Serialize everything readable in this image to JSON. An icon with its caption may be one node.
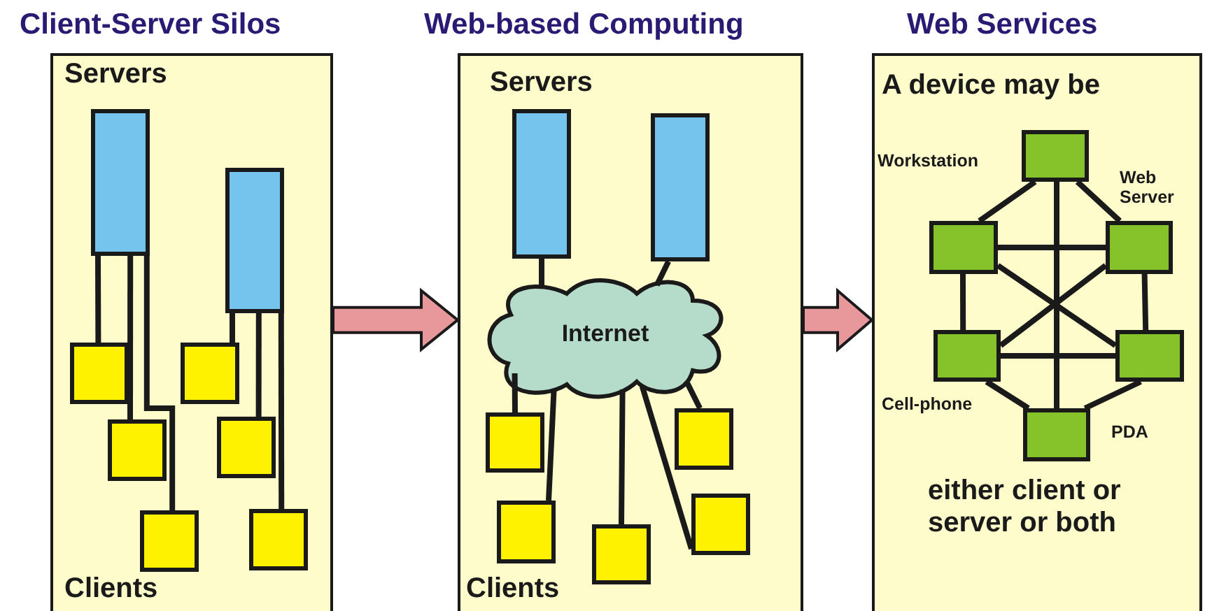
{
  "diagram": {
    "nodes": [
      {
        "text": [
          "Client-Server Silos",
          "Servers",
          "Clients"
        ]
      },
      {
        "text": [],
        "shape": "box",
        "in": 0
      },
      {
        "text": [],
        "shape": "box",
        "in": 0
      },
      {
        "text": [],
        "shape": "box",
        "in": 0
      },
      {
        "text": [],
        "shape": "box",
        "in": 0
      },
      {
        "text": [],
        "shape": "box",
        "in": 0
      },
      {
        "text": [],
        "shape": "box",
        "in": 0
      },
      {
        "text": [],
        "shape": "box",
        "in": 0
      },
      {
        "text": [],
        "shape": "box",
        "in": 0
      },
      {
        "text": [
          "Web-based Computing",
          "Servers",
          "Clients"
        ]
      },
      {
        "text": [],
        "shape": "box",
        "in": 9
      },
      {
        "text": [],
        "shape": "box",
        "in": 9
      },
      {
        "text": [
          "Internet"
        ],
        "in": 9
      },
      {
        "text": [],
        "shape": "box",
        "in": 9
      },
      {
        "text": [],
        "shape": "box",
        "in": 9
      },
      {
        "text": [],
        "shape": "box",
        "in": 9
      },
      {
        "text": [],
        "shape": "box",
        "in": 9
      },
      {
        "text": [],
        "shape": "box",
        "in": 9
      },
      {
        "text": [
          "Web Services",
          "A device may be",
          "either client or server or both"
        ]
      },
      {
        "text": [],
        "shape": "box",
        "in": 18,
        "beside": [
          "Workstation"
        ]
      },
      {
        "text": [],
        "shape": "box",
        "in": 18
      },
      {
        "text": [],
        "shape": "box",
        "in": 18,
        "beside": [
          "Web Server"
        ]
      },
      {
        "text": [],
        "shape": "box",
        "in": 18,
        "beside": [
          "Cell-phone"
        ]
      },
      {
        "text": [],
        "shape": "box",
        "in": 18
      },
      {
        "text": [],
        "shape": "box",
        "in": 18,
        "beside": [
          "PDA"
        ]
      }
    ],
    "edges": [
      {
        "from": 1,
        "to": 3,
        "arrow": "none"
      },
      {
        "from": 1,
        "to": 4,
        "arrow": "none"
      },
      {
        "from": 1,
        "to": 5,
        "arrow": "none"
      },
      {
        "from": 2,
        "to": 6,
        "arrow": "none"
      },
      {
        "from": 2,
        "to": 7,
        "arrow": "none"
      },
      {
        "from": 2,
        "to": 8,
        "arrow": "none"
      },
      {
        "from": 10,
        "to": 12,
        "arrow": "none"
      },
      {
        "from": 11,
        "to": 12,
        "arrow": "none"
      },
      {
        "from": 12,
        "to": 13,
        "arrow": "none"
      },
      {
        "from": 12,
        "to": 14,
        "arrow": "none"
      },
      {
        "from": 12,
        "to": 15,
        "arrow": "none"
      },
      {
        "from": 12,
        "to": 16,
        "arrow": "none"
      },
      {
        "from": 12,
        "to": 17,
        "arrow": "none"
      },
      {
        "from": 19,
        "to": 20,
        "arrow": "none"
      },
      {
        "from": 19,
        "to": 21,
        "arrow": "none"
      },
      {
        "from": 19,
        "to": 24,
        "arrow": "none"
      },
      {
        "from": 20,
        "to": 21,
        "arrow": "none"
      },
      {
        "from": 20,
        "to": 22,
        "arrow": "none"
      },
      {
        "from": 20,
        "to": 23,
        "arrow": "none"
      },
      {
        "from": 21,
        "to": 22,
        "arrow": "none"
      },
      {
        "from": 21,
        "to": 23,
        "arrow": "none"
      },
      {
        "from": 22,
        "to": 23,
        "arrow": "none"
      },
      {
        "from": 22,
        "to": 24,
        "arrow": "none"
      },
      {
        "from": 23,
        "to": 24,
        "arrow": "none"
      },
      {
        "from": 0,
        "to": 9,
        "arrow": "to",
        "style": "thick",
        "color": "#e8979b"
      },
      {
        "from": 9,
        "to": 18,
        "arrow": "to",
        "style": "thick",
        "color": "#e8979b"
      }
    ]
  }
}
